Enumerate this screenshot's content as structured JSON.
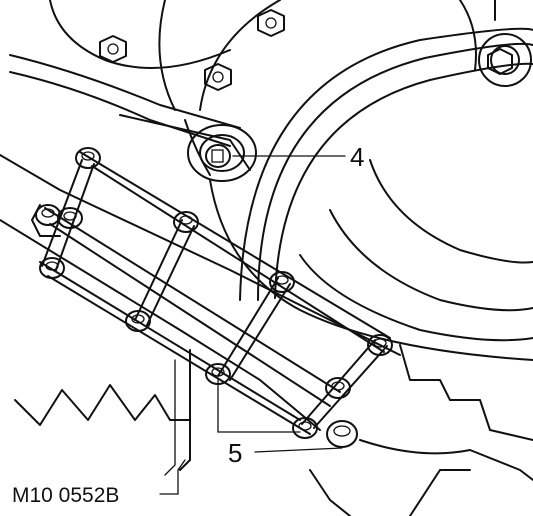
{
  "figure": {
    "reference": "M10 0552B",
    "callouts": [
      {
        "label": "4",
        "target": "crankshaft-pulley-bolt"
      },
      {
        "label": "5",
        "target": "ladder-frame-bolts"
      }
    ]
  },
  "colors": {
    "line": "#111111",
    "background": "#ffffff"
  }
}
